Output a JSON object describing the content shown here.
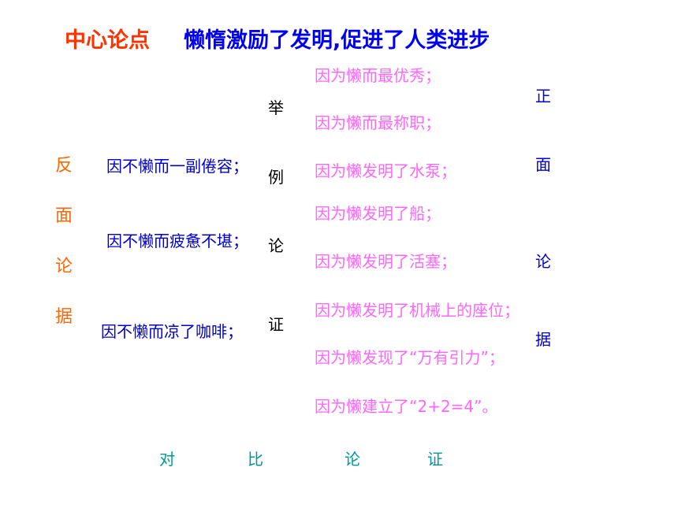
{
  "title": {
    "label": "中心论点",
    "text": "懒惰激励了发明,促进了人类进步"
  },
  "negative_side": [
    "反",
    "面",
    "论",
    "据"
  ],
  "negative_items": [
    "因不懒而一副倦容；",
    "因不懒而疲惫不堪；",
    "因不懒而凉了咖啡；"
  ],
  "middle_label": [
    "举",
    "例",
    "论",
    "证"
  ],
  "positive_items": [
    "因为懒而最优秀；",
    "因为懒而最称职；",
    "因为懒发明了水泵；",
    "因为懒发明了船；",
    "因为懒发明了活塞；",
    "因为懒发明了机械上的座位；",
    "因为懒发现了“万有引力”；",
    "因为懒建立了“2+2=4”。"
  ],
  "positive_side": [
    "正",
    "面",
    "论",
    "据"
  ],
  "bottom_label": [
    "对",
    "比",
    "论",
    "证"
  ]
}
